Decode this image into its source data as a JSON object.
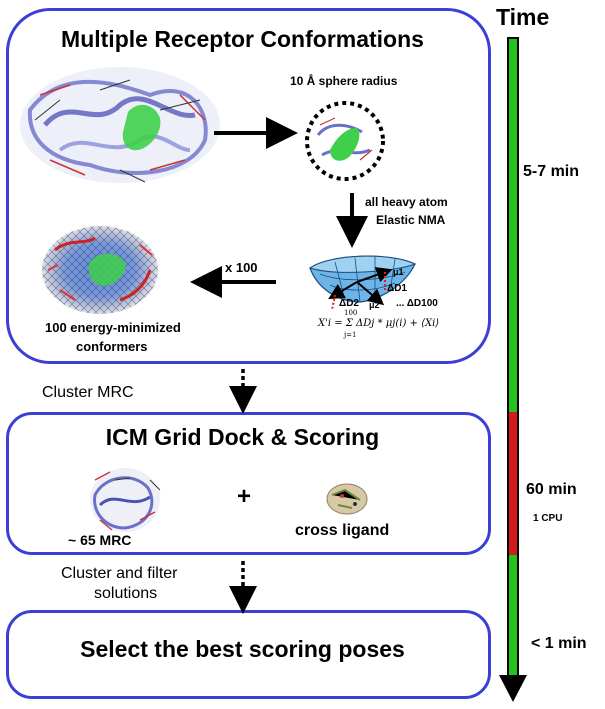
{
  "timeline": {
    "title": "Time",
    "t1": "5-7 min",
    "t2": "60 min",
    "t2_sub": "1 CPU",
    "t3": "< 1 min",
    "colors": {
      "green": "#22c41c",
      "red": "#d61a1a"
    }
  },
  "mrc_box": {
    "title": "Multiple Receptor Conformations",
    "sphere_label": "10 Å sphere radius",
    "nma_line1": "all heavy atom",
    "nma_line2": "Elastic NMA",
    "x100": "x 100",
    "conformers_line1": "100 energy-minimized",
    "conformers_line2": "conformers",
    "mu1": "μ1",
    "mu2": "μ2",
    "d1": "ΔD1",
    "d2": "ΔD2",
    "d100": "... ΔD100",
    "formula": "X'i = Σ ΔDj * μj(i) + ⟨Xi⟩",
    "formula_sum_top": "100",
    "formula_sum_bottom": "j=1"
  },
  "step1": {
    "label": "Cluster MRC"
  },
  "dock_box": {
    "title": "ICM Grid Dock & Scoring",
    "plus": "+",
    "mrc_label": "~ 65 MRC",
    "ligand_label": "cross ligand"
  },
  "step2": {
    "line1": "Cluster and filter",
    "line2": "solutions"
  },
  "select_box": {
    "title": "Select the best scoring poses"
  },
  "colors": {
    "border": "#3b3fd6",
    "protein": "#6a6fc9",
    "ligand": "#3fd04a"
  }
}
